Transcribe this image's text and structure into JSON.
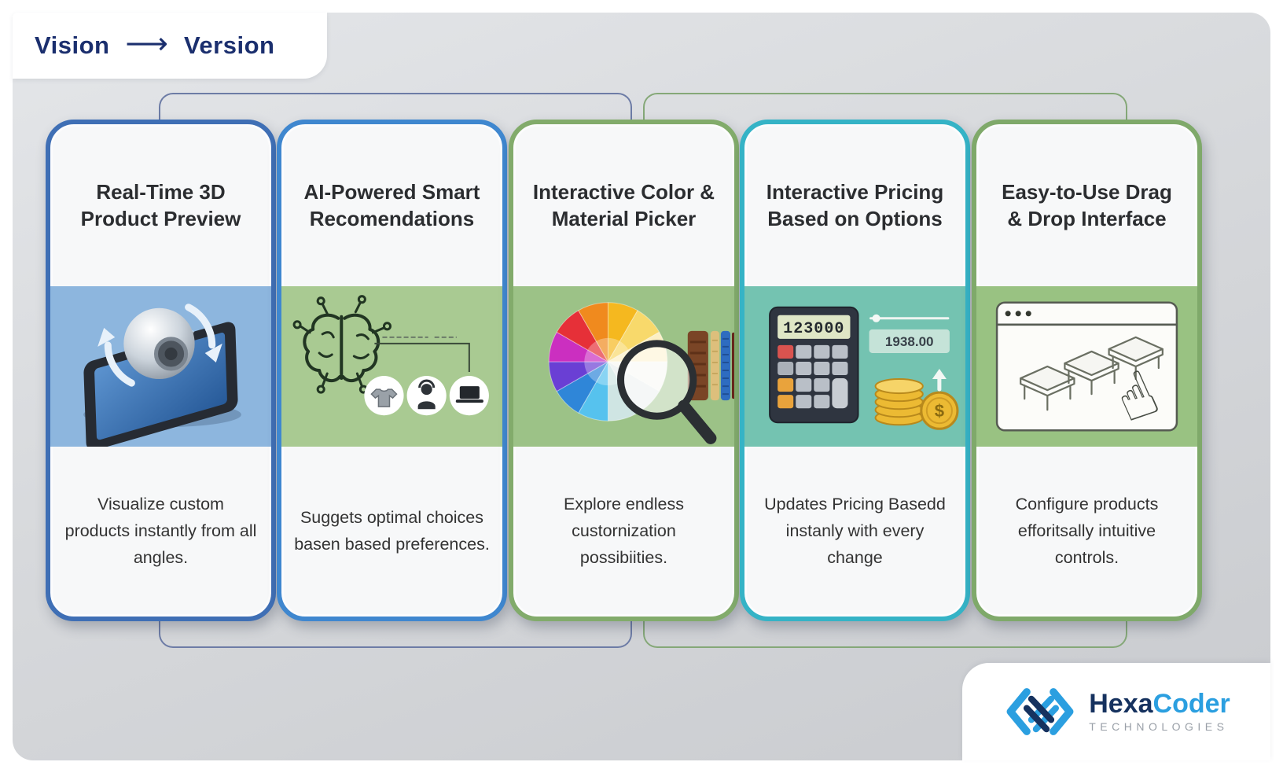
{
  "header": {
    "vision_label": "Vision",
    "version_label": "Version",
    "arrow_glyph": "⟶"
  },
  "cards": [
    {
      "title": "Real-Time 3D Product Preview",
      "description": "Visualize custom products instantly from all angles.",
      "icon": "tablet-3d-preview-icon",
      "accent": "#3f6fb5",
      "band": "#8db6de"
    },
    {
      "title": "AI-Powered Smart Recomendations",
      "description": "Suggets optimal choices basen based preferences.",
      "icon": "ai-brain-recommendations-icon",
      "accent": "#3f87cf",
      "band": "#a9ca92"
    },
    {
      "title": "Interactive Color & Material Picker",
      "description": "Explore endless custornization possibiities.",
      "icon": "color-material-picker-icon",
      "accent": "#82ab6b",
      "band": "#9cc287"
    },
    {
      "title": "Interactive Pricing Based on Options",
      "description": "Updates Pricing Basedd instanly with every change",
      "icon": "pricing-calculator-icon",
      "accent": "#35b3c6",
      "band": "#74c3b1",
      "icon_data": {
        "calc_display": "123000",
        "price_display": "1938.00",
        "coin_symbol": "$"
      }
    },
    {
      "title": "Easy-to-Use Drag & Drop Interface",
      "description": "Configure products efforitsally intuitive controls.",
      "icon": "drag-drop-interface-icon",
      "accent": "#7fa96a",
      "band": "#99c282",
      "icon_data": {
        "hand_glyph": "☝"
      }
    }
  ],
  "footer_logo": {
    "brand_primary": "Hexa",
    "brand_secondary": "Coder",
    "tagline": "TECHNOLOGIES"
  },
  "colors": {
    "page_frame": "#ffffff",
    "panel_gray": "#d7d9dc",
    "brand_navy": "#1b2f6e",
    "logo_navy": "#16325f",
    "logo_blue": "#2b9fe0",
    "tagline_gray": "#9aa0a8",
    "bracket_left": "#6d7ca6",
    "bracket_right": "#85a878",
    "title_text": "#2b2d30",
    "description_text": "#333333"
  }
}
